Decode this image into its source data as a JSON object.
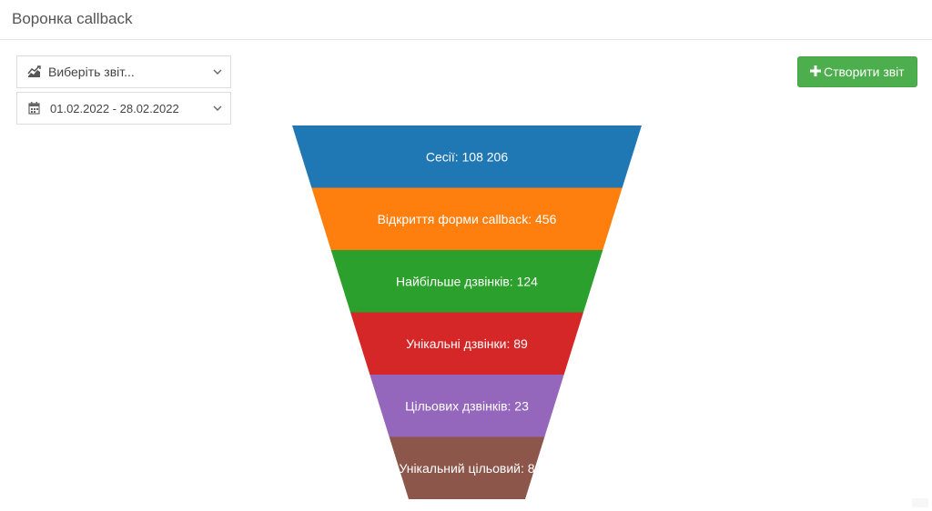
{
  "header": {
    "title": "Воронка callback"
  },
  "filters": {
    "report_select": {
      "icon": "area-chart-icon",
      "placeholder": "Виберіть звіт..."
    },
    "date_select": {
      "icon": "calendar-icon",
      "value": "01.02.2022 - 28.02.2022"
    }
  },
  "toolbar": {
    "create_label": "Створити звіт",
    "create_icon": "plus-icon",
    "create_color": "#4cae4c"
  },
  "chart_data": {
    "type": "funnel",
    "stages": [
      {
        "label": "Сесії: 108 206",
        "name": "Сесії",
        "value": 108206,
        "color": "#1f77b4"
      },
      {
        "label": "Відкриття форми callback: 456",
        "name": "Відкриття форми callback",
        "value": 456,
        "color": "#ff7f0e"
      },
      {
        "label": "Найбільше дзвінків: 124",
        "name": "Найбільше дзвінків",
        "value": 124,
        "color": "#2ca02c"
      },
      {
        "label": "Унікальні дзвінки: 89",
        "name": "Унікальні дзвінки",
        "value": 89,
        "color": "#d62728"
      },
      {
        "label": "Цільових дзвінків: 23",
        "name": "Цільових дзвінків",
        "value": 23,
        "color": "#9467bd"
      },
      {
        "label": "Унікальний цільовий: 8",
        "name": "Унікальний цільовий",
        "value": 8,
        "color": "#8c564b"
      }
    ]
  }
}
